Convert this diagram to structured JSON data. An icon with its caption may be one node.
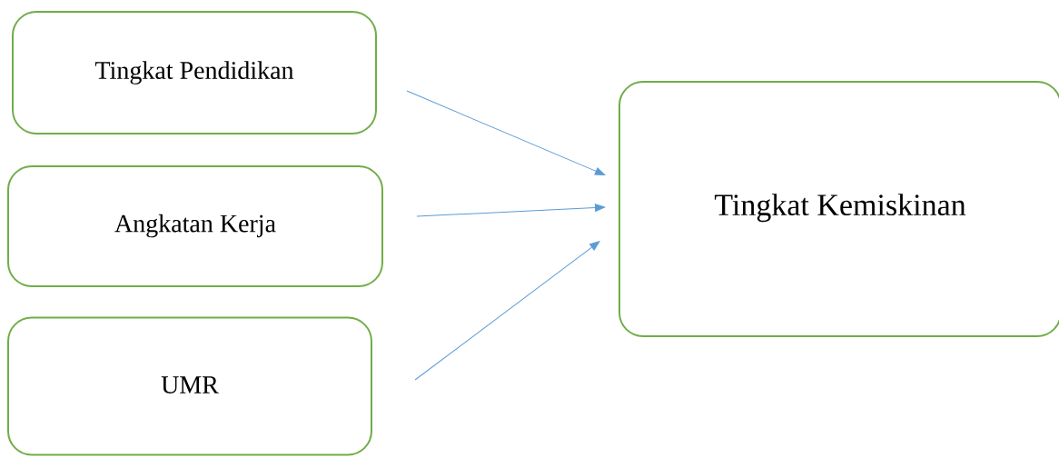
{
  "diagram": {
    "nodes": [
      {
        "text": [
          "Tingkat Pendidikan"
        ]
      },
      {
        "text": [
          "Angkatan Kerja"
        ]
      },
      {
        "text": [
          "UMR"
        ]
      },
      {
        "text": [
          "Tingkat Kemiskinan"
        ]
      }
    ],
    "edges": [
      {
        "from": 0,
        "to": 3,
        "arrow": "to"
      },
      {
        "from": 1,
        "to": 3,
        "arrow": "to"
      },
      {
        "from": 2,
        "to": 3,
        "arrow": "to"
      }
    ]
  }
}
